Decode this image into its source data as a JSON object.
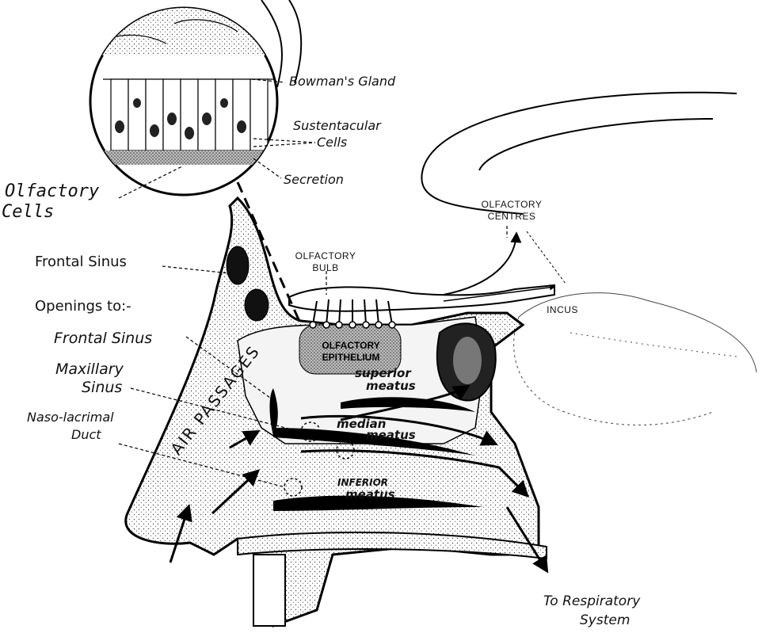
{
  "labels": {
    "bowmans_gland": "Bowman's Gland",
    "sustentacular_line1": "Sustentacular",
    "sustentacular_line2": "Cells",
    "secretion": "Secretion",
    "olfactory_cells_line1": "Olfactory",
    "olfactory_cells_line2": "Cells",
    "olfactory_centres_line1": "OLFACTORY",
    "olfactory_centres_line2": "CENTRES",
    "frontal_sinus": "Frontal Sinus",
    "olfactory_bulb_line1": "OLFACTORY",
    "olfactory_bulb_line2": "BULB",
    "openings_to": "Openings to:-",
    "incus": "INCUS",
    "opening_frontal_sinus": "Frontal Sinus",
    "olfactory_epithelium_line1": "OLFACTORY",
    "olfactory_epithelium_line2": "EPITHELIUM",
    "maxillary_line1": "Maxillary",
    "maxillary_line2": "Sinus",
    "superior_line1": "superior",
    "superior_line2": "meatus",
    "naso_lacrimal_line1": "Naso-lacrimal",
    "naso_lacrimal_line2": "Duct",
    "median_line1": "median",
    "median_line2": "meatus",
    "air_passages": "AIR PASSAGES",
    "inferior_line1": "INFERIOR",
    "inferior_line2": "meatus",
    "respiratory_line1": "To Respiratory",
    "respiratory_line2": "System"
  }
}
